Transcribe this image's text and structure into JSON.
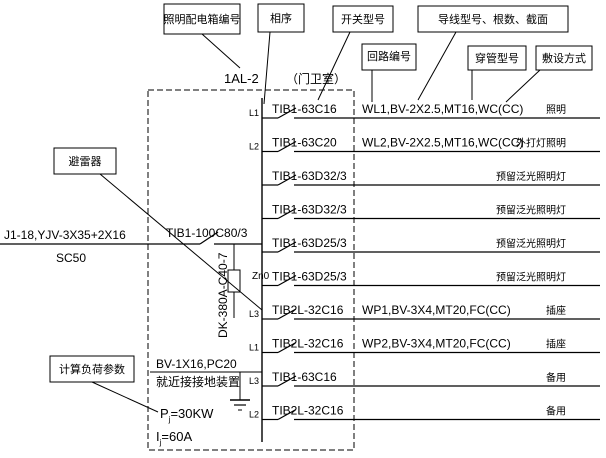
{
  "callouts": {
    "panel_code": "照明配电箱编号",
    "phase": "相序",
    "switch_model": "开关型号",
    "wire_spec": "导线型号、根数、截面",
    "circuit_code": "回路编号",
    "conduit_model": "穿管型号",
    "laying_method": "敷设方式",
    "arrester": "避雷器",
    "load_params": "计算负荷参数"
  },
  "panel": {
    "id": "1AL-2",
    "location": "（门卫室）"
  },
  "incoming": {
    "cable": "J1-18,YJV-3X35+2X16",
    "conduit": "SC50",
    "main_breaker": "TIB1-100C80/3"
  },
  "arrester_device": {
    "model": "DK-380A-C40-7",
    "terminal": "Zn0"
  },
  "grounding": {
    "wire": "BV-1X16,PC20",
    "note": "就近接接地装置"
  },
  "load": {
    "p_label": "P",
    "p_sub": "j",
    "p_value": "=30KW",
    "i_label": "I",
    "i_sub": "j",
    "i_value": "=60A"
  },
  "circuits": [
    {
      "phase": "L1",
      "breaker": "TIB1-63C16",
      "wiring": "WL1,BV-2X2.5,MT16,WC(CC)",
      "purpose": "照明"
    },
    {
      "phase": "L2",
      "breaker": "TIB1-63C20",
      "wiring": "WL2,BV-2X2.5,MT16,WC(CC)",
      "purpose": "外打灯照明"
    },
    {
      "phase": "",
      "breaker": "TIB1-63D32/3",
      "wiring": "",
      "purpose": "预留泛光照明灯"
    },
    {
      "phase": "",
      "breaker": "TIB1-63D32/3",
      "wiring": "",
      "purpose": "预留泛光照明灯"
    },
    {
      "phase": "",
      "breaker": "TIB1-63D25/3",
      "wiring": "",
      "purpose": "预留泛光照明灯"
    },
    {
      "phase": "",
      "breaker": "TIB1-63D25/3",
      "wiring": "",
      "purpose": "预留泛光照明灯"
    },
    {
      "phase": "L3",
      "breaker": "TIB2L-32C16",
      "wiring": "WP1,BV-3X4,MT20,FC(CC)",
      "purpose": "插座"
    },
    {
      "phase": "L1",
      "breaker": "TIB2L-32C16",
      "wiring": "WP2,BV-3X4,MT20,FC(CC)",
      "purpose": "插座"
    },
    {
      "phase": "L3",
      "breaker": "TIB1-63C16",
      "wiring": "",
      "purpose": "备用"
    },
    {
      "phase": "L2",
      "breaker": "TIB2L-32C16",
      "wiring": "",
      "purpose": "备用"
    }
  ]
}
